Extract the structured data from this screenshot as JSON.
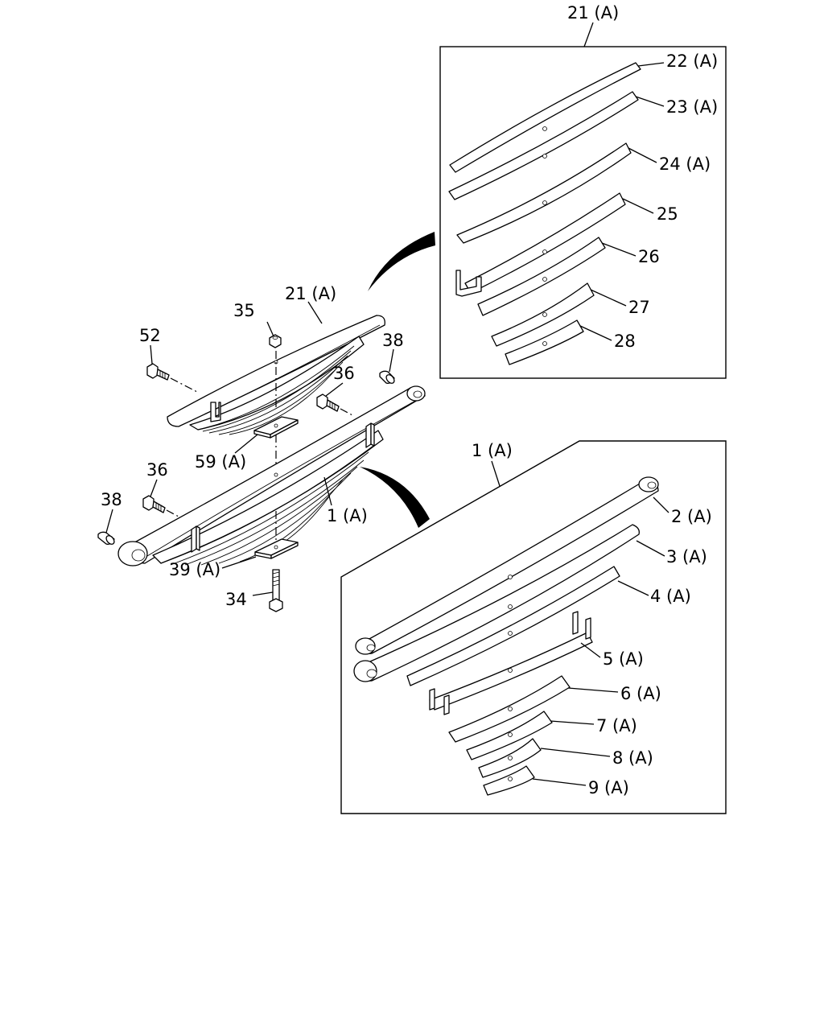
{
  "callouts": {
    "c21a_top": "21 (A)",
    "c22a": "22 (A)",
    "c23a": "23 (A)",
    "c24a": "24 (A)",
    "c25": "25",
    "c26": "26",
    "c27": "27",
    "c28": "28",
    "c21a_main": "21 (A)",
    "c35": "35",
    "c52": "52",
    "c38_right": "38",
    "c36_right": "36",
    "c59a": "59 (A)",
    "c36_left": "36",
    "c38_left": "38",
    "c1a_main": "1 (A)",
    "c39a": "39 (A)",
    "c34": "34",
    "c1a_box": "1 (A)",
    "c2a": "2 (A)",
    "c3a": "3 (A)",
    "c4a": "4 (A)",
    "c5a": "5 (A)",
    "c6a": "6 (A)",
    "c7a": "7 (A)",
    "c8a": "8 (A)",
    "c9a": "9 (A)"
  }
}
